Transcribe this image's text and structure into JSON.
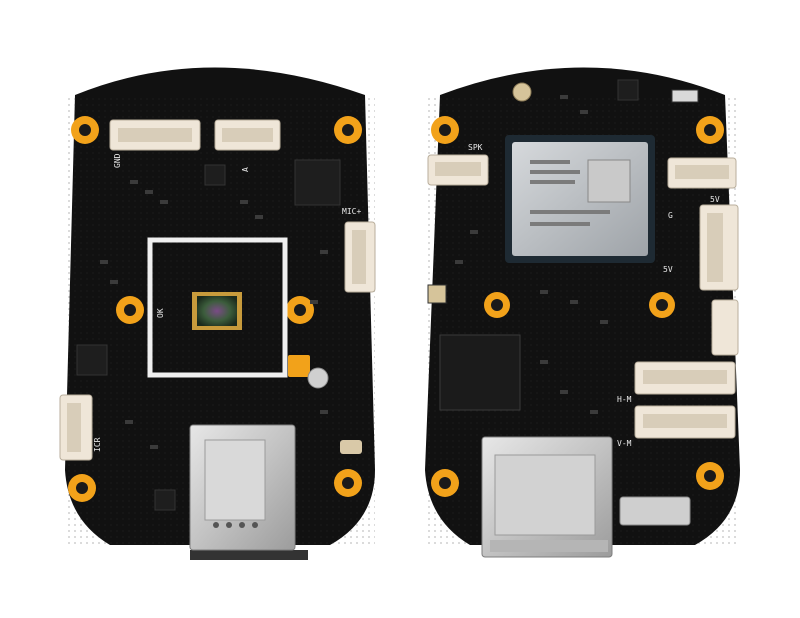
{
  "front_board": {
    "labels": {
      "gnd": "GND",
      "a": "A",
      "mic": "MIC+",
      "icr": "ICR",
      "ok": "OK"
    }
  },
  "back_board": {
    "labels": {
      "spk": "SPK",
      "v5_top": "5V",
      "v5_mid": "5V",
      "hm": "H-M",
      "vm": "V-M",
      "g": "G"
    }
  },
  "colors": {
    "pcb": "#111111",
    "pad_gold": "#f2a21a",
    "connector": "#efe6d8",
    "steel": "#c7c7c7",
    "module": "#b7bcc0",
    "silkscreen": "#eaeaea"
  }
}
